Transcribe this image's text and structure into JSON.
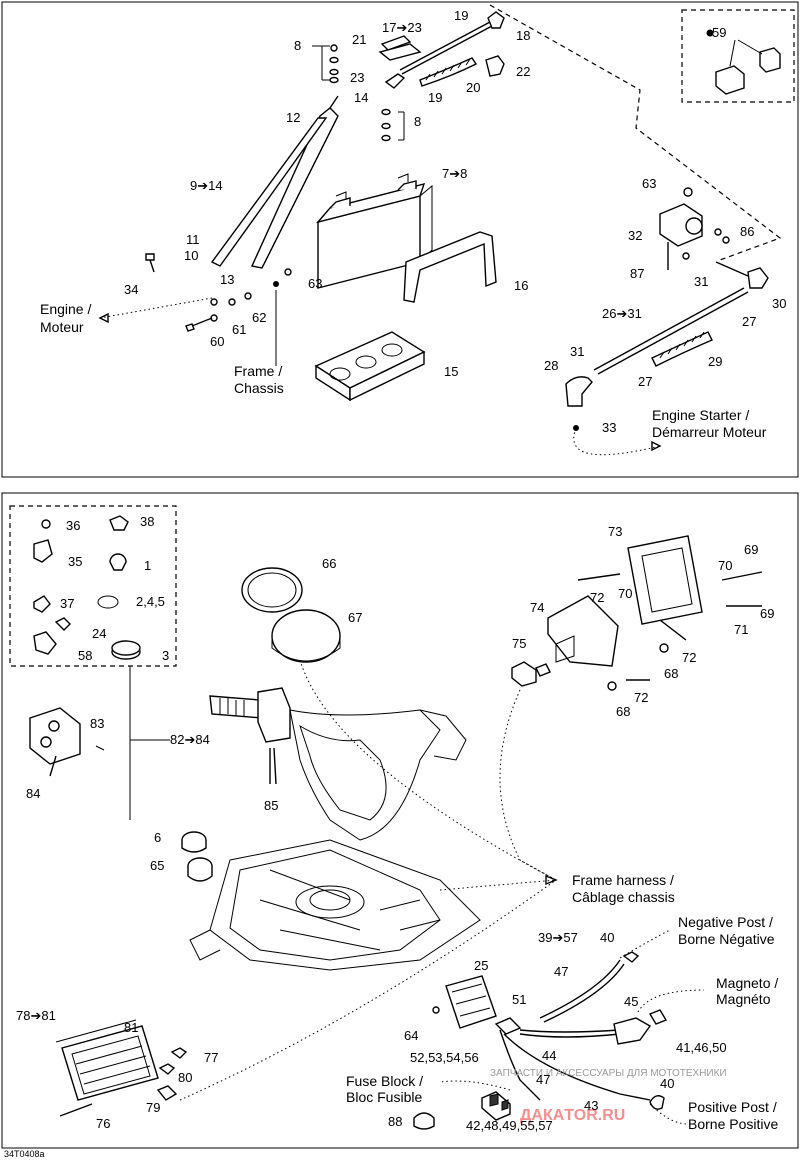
{
  "top_labels": {
    "l8a": "8",
    "l21": "21",
    "l17_23": "17➔23",
    "l19a": "19",
    "l18": "18",
    "l23": "23",
    "l22": "22",
    "l19b": "19",
    "l20": "20",
    "l14a": "14",
    "l12": "12",
    "l8b": "8",
    "l59": "59",
    "l9_14": "9➔14",
    "l7_8": "7➔8",
    "l63a": "63",
    "l32": "32",
    "l86": "86",
    "l11": "11",
    "l10": "10",
    "l13": "13",
    "l87": "87",
    "l31a": "31",
    "l30": "30",
    "l34": "34",
    "l63b": "63",
    "l16": "16",
    "l62": "62",
    "l61": "61",
    "l60": "60",
    "l26_31": "26➔31",
    "l27a": "27",
    "l31b": "31",
    "l28": "28",
    "l29": "29",
    "l27b": "27",
    "l15": "15",
    "l33": "33"
  },
  "top_text": {
    "engine": "Engine /",
    "moteur": "Moteur",
    "frame": "Frame /",
    "chassis": "Chassis",
    "starter1": "Engine Starter /",
    "starter2": "Démarreur Moteur"
  },
  "bottom_labels": {
    "l36": "36",
    "l38": "38",
    "l35": "35",
    "l1": "1",
    "l37": "37",
    "l245": "2,4,5",
    "l24": "24",
    "l58": "58",
    "l3": "3",
    "l66": "66",
    "l67": "67",
    "l73": "73",
    "l69a": "69",
    "l70a": "70",
    "l72a": "72",
    "l70b": "70",
    "l69b": "69",
    "l71": "71",
    "l74": "74",
    "l75": "75",
    "l72b": "72",
    "l68a": "68",
    "l72c": "72",
    "l68b": "68",
    "l83": "83",
    "l82_84": "82➔84",
    "l84": "84",
    "l85": "85",
    "l6": "6",
    "l65": "65",
    "l39_57": "39➔57",
    "l40a": "40",
    "l25": "25",
    "l47a": "47",
    "l45": "45",
    "l64": "64",
    "l51": "51",
    "l44": "44",
    "l414650": "41,46,50",
    "l52_56": "52,53,54,56",
    "l78_81": "78➔81",
    "l81": "81",
    "l77": "77",
    "l80": "80",
    "l79": "79",
    "l76": "76",
    "l47b": "47",
    "l40b": "40",
    "l43": "43",
    "l88": "88",
    "l42_57": "42,48,49,55,57"
  },
  "bottom_text": {
    "harness1": "Frame harness /",
    "harness2": "Câblage chassis",
    "neg1": "Negative Post /",
    "neg2": "Borne Négative",
    "mag1": "Magneto /",
    "mag2": "Magnéto",
    "fuse1": "Fuse Block /",
    "fuse2": "Bloc Fusible",
    "pos1": "Positive Post /",
    "pos2": "Borne Positive"
  },
  "footer": {
    "code": "34T0408a"
  },
  "watermark": {
    "small": "ЗАПЧАСТИ И АКСЕССУАРЫ ДЛЯ МОТОТЕХНИКИ",
    "big": "ДАКАTOR.RU"
  }
}
